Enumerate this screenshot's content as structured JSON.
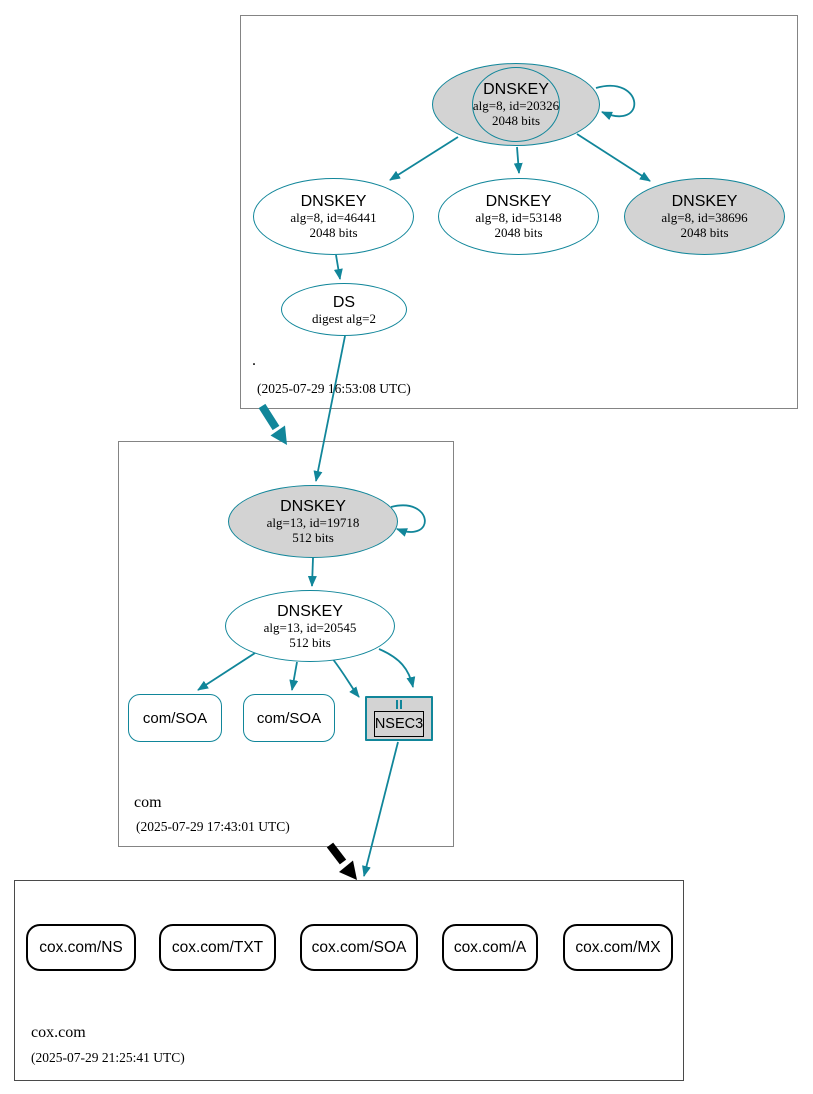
{
  "colors": {
    "teal": "#11869a",
    "node_fill_gray": "#d3d3d3",
    "node_fill_white": "#ffffff",
    "zone_border": "#848484",
    "black": "#000000"
  },
  "zones": {
    "root": {
      "label": ".",
      "timestamp": "(2025-07-29 16:53:08 UTC)",
      "nodes": {
        "ksk": {
          "title": "DNSKEY",
          "attr": "alg=8, id=20326",
          "bits": "2048 bits"
        },
        "zsk46441": {
          "title": "DNSKEY",
          "attr": "alg=8, id=46441",
          "bits": "2048 bits"
        },
        "zsk53148": {
          "title": "DNSKEY",
          "attr": "alg=8, id=53148",
          "bits": "2048 bits"
        },
        "zsk38696": {
          "title": "DNSKEY",
          "attr": "alg=8, id=38696",
          "bits": "2048 bits"
        },
        "ds": {
          "title": "DS",
          "attr": "digest alg=2"
        }
      }
    },
    "com": {
      "label": "com",
      "timestamp": "(2025-07-29 17:43:01 UTC)",
      "nodes": {
        "ksk": {
          "title": "DNSKEY",
          "attr": "alg=13, id=19718",
          "bits": "512 bits"
        },
        "zsk": {
          "title": "DNSKEY",
          "attr": "alg=13, id=20545",
          "bits": "512 bits"
        },
        "soa1": {
          "label": "com/SOA"
        },
        "soa2": {
          "label": "com/SOA"
        },
        "nsec3": {
          "label": "NSEC3"
        }
      }
    },
    "cox": {
      "label": "cox.com",
      "timestamp": "(2025-07-29 21:25:41 UTC)",
      "rrsets": [
        {
          "label": "cox.com/NS"
        },
        {
          "label": "cox.com/TXT"
        },
        {
          "label": "cox.com/SOA"
        },
        {
          "label": "cox.com/A"
        },
        {
          "label": "cox.com/MX"
        }
      ]
    }
  }
}
